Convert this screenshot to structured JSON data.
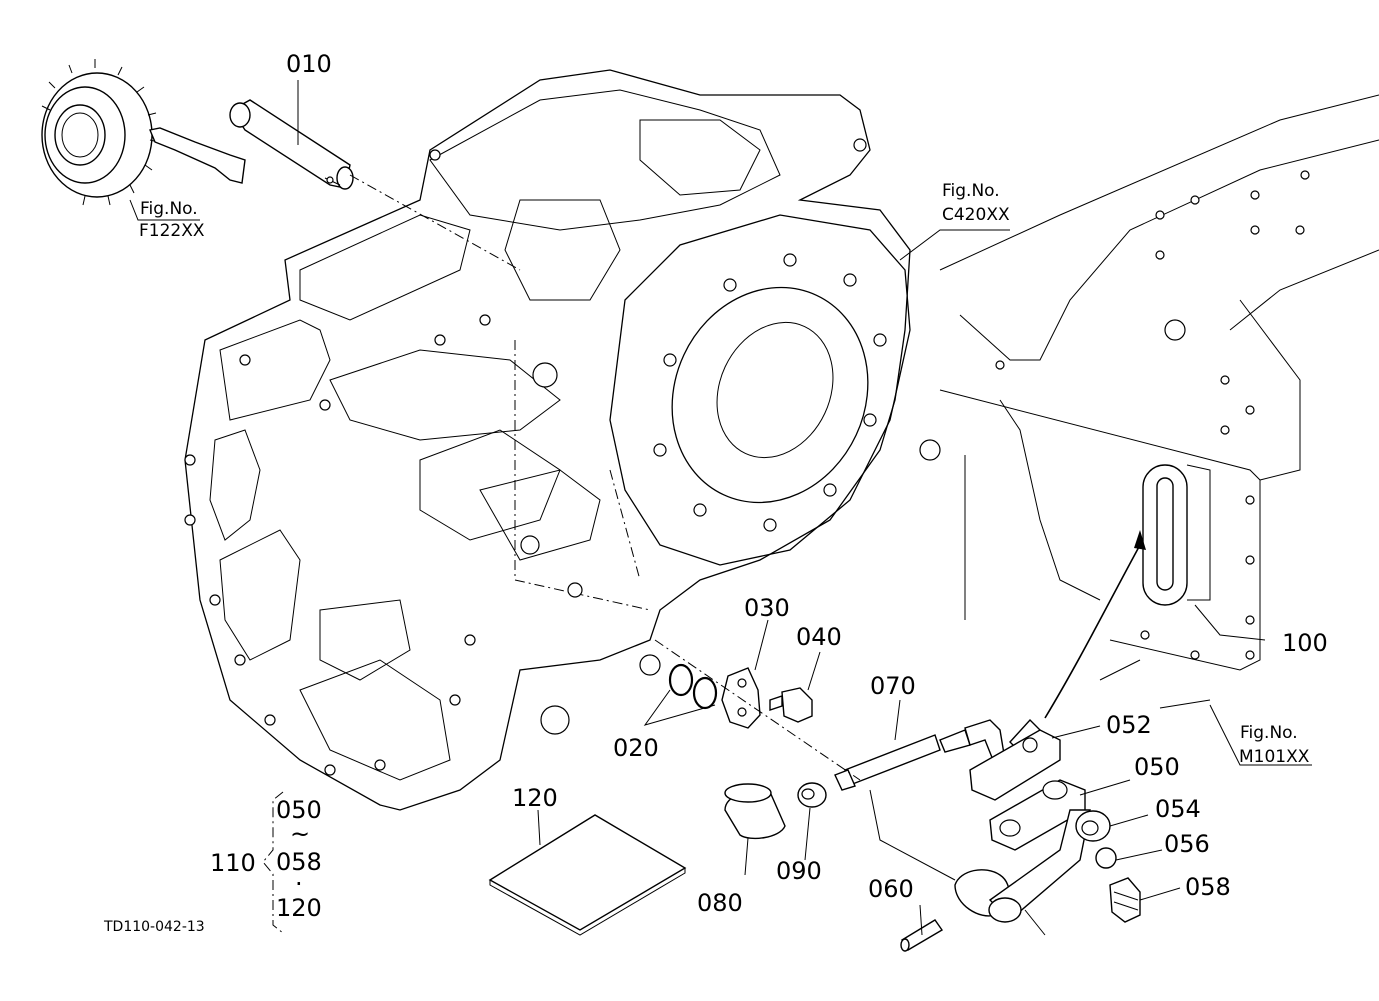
{
  "diagram_code": "TD110-042-13",
  "part_labels": {
    "p010": "010",
    "p020": "020",
    "p030": "030",
    "p040": "040",
    "p050": "050",
    "p052": "052",
    "p054": "054",
    "p056": "056",
    "p058": "058",
    "p060": "060",
    "p070": "070",
    "p080": "080",
    "p090": "090",
    "p100": "100",
    "p110": "110",
    "p120": "120"
  },
  "figure_refs": [
    {
      "title": "Fig.No.",
      "code": "F122XX"
    },
    {
      "title": "Fig.No.",
      "code": "C420XX"
    },
    {
      "title": "Fig.No.",
      "code": "M101XX"
    }
  ],
  "kit_group": {
    "first": "050",
    "range_mark": "~",
    "middle": "058",
    "dot": "·",
    "last": "120"
  },
  "colors": {
    "line": "#000000",
    "background": "#ffffff"
  }
}
